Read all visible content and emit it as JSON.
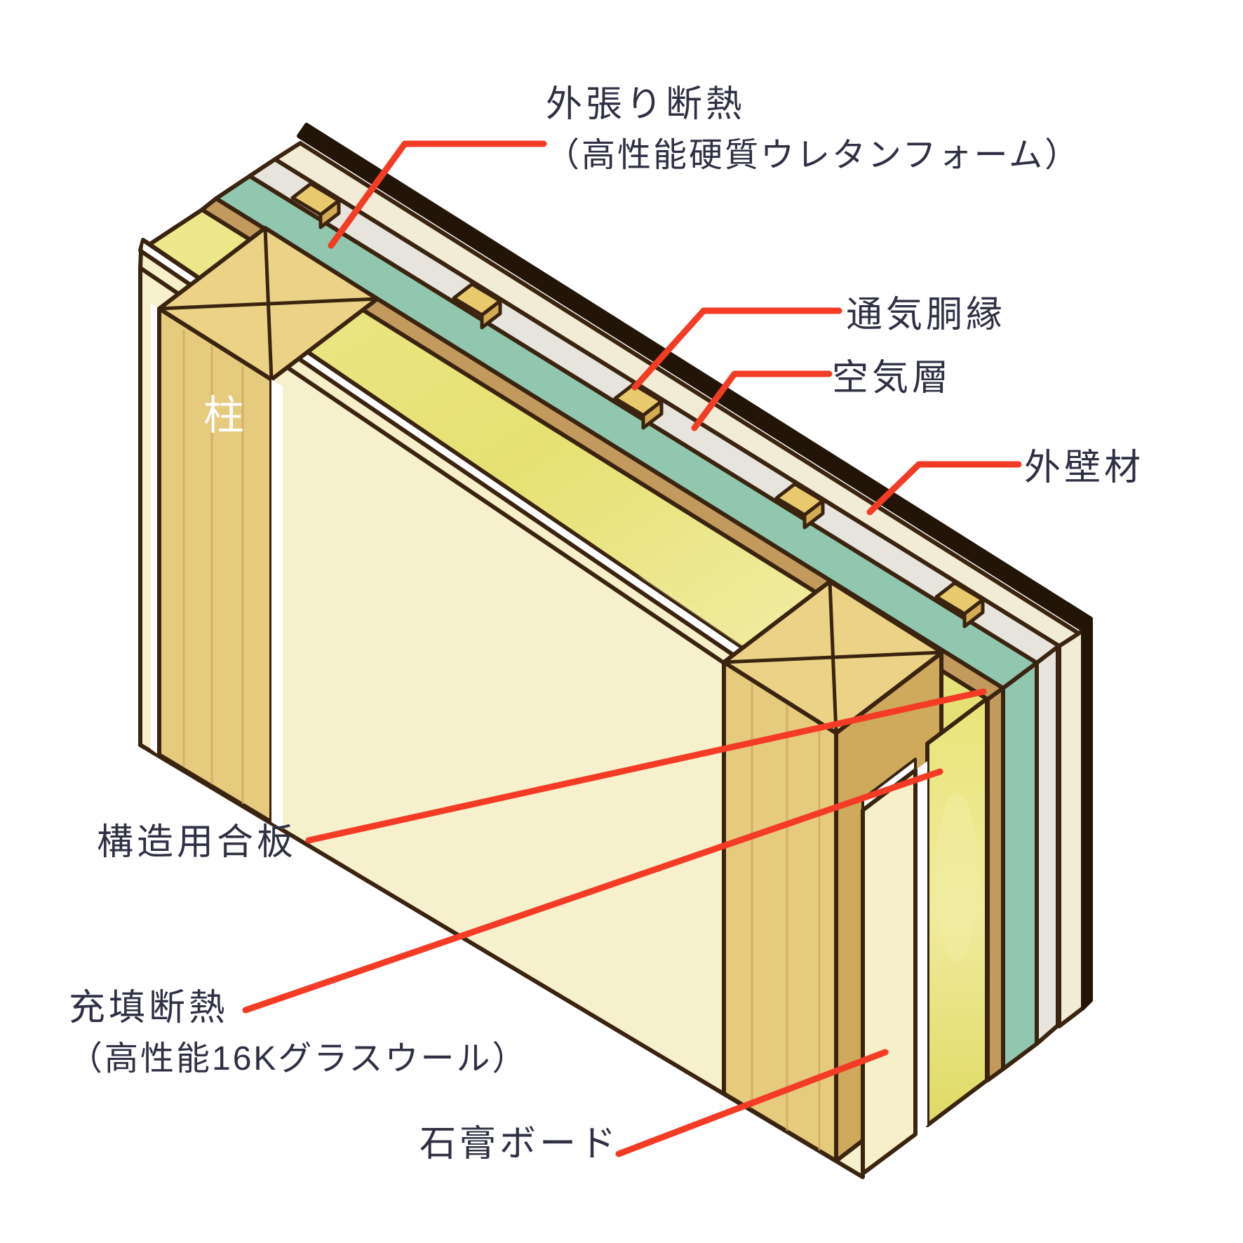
{
  "figure": {
    "type": "wall-insulation-cutaway-diagram",
    "background": "#ffffff",
    "text_color": "#2f3044",
    "leader_color": "#f43b25",
    "outline_color": "#3a2410",
    "labels": {
      "pillar": "柱",
      "external_insulation_line1": "外張り断熱",
      "external_insulation_line2": "（高性能硬質ウレタンフォーム）",
      "ventilation_furring": "通気胴縁",
      "air_layer": "空気層",
      "exterior_wall": "外壁材",
      "structural_plywood": "構造用合板",
      "fill_insulation_line1": "充填断熱",
      "fill_insulation_line2": "（高性能16Kグラスウール）",
      "gypsum_board": "石膏ボード"
    },
    "layers": [
      {
        "name": "exterior-edge",
        "label": "",
        "color": "#221507"
      },
      {
        "name": "exterior-wall-siding",
        "label": "外壁材",
        "color": "#f2ecd6"
      },
      {
        "name": "air-layer",
        "label": "空気層",
        "color": "#e6e4dd"
      },
      {
        "name": "ventilation-furring",
        "label": "通気胴縁",
        "color": "#e8c96e"
      },
      {
        "name": "external-insulation-urethane-foam",
        "label": "外張り断熱（高性能硬質ウレタンフォーム）",
        "color": "#90c7ae"
      },
      {
        "name": "structural-plywood",
        "label": "構造用合板",
        "color": "#c29a5e"
      },
      {
        "name": "fill-insulation-glass-wool",
        "label": "充填断熱（高性能16Kグラスウール）",
        "color": "#e9e47e"
      },
      {
        "name": "pillar",
        "label": "柱",
        "color": "#e6ca7e"
      },
      {
        "name": "gypsum-board",
        "label": "石膏ボード",
        "color": "#f6efca"
      }
    ]
  }
}
